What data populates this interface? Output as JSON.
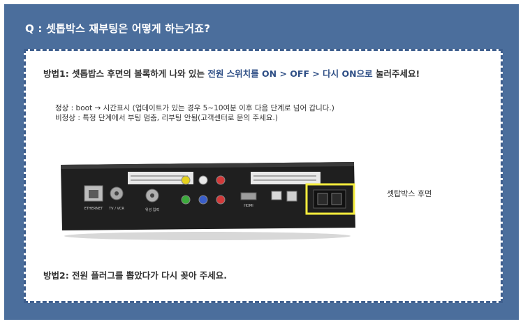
{
  "header": {
    "question": "Q : 셋톱박스 재부팅은 어떻게 하는거죠?"
  },
  "method1": {
    "prefix": "방법1: 셋톱밥스 후면의 볼록하게 나와 있는 ",
    "highlight": "전원 스위치를 ON > OFF > 다시 ON으로",
    "suffix": " 눌러주세요!"
  },
  "status": {
    "normal": "정상 : boot → 시간표시 (업데이트가 있는 경우 5~10여분 이후 다음 단계로 넘어 갑니다.)",
    "abnormal": "비정상 : 특정 단계에서 부팅 멈춤, 리부팅 안됨(고객센터로 문의 주세요.)"
  },
  "device": {
    "caption": "셋탑박스 후면",
    "port_labels": [
      "ETHERNET",
      "TV / VCR",
      "위성 입력",
      "HDMI"
    ],
    "highlight_color": "#f4ec3c"
  },
  "method2": {
    "text": "방법2: 전원 플러그를 뽑았다가 다시 꽂아 주세요."
  }
}
